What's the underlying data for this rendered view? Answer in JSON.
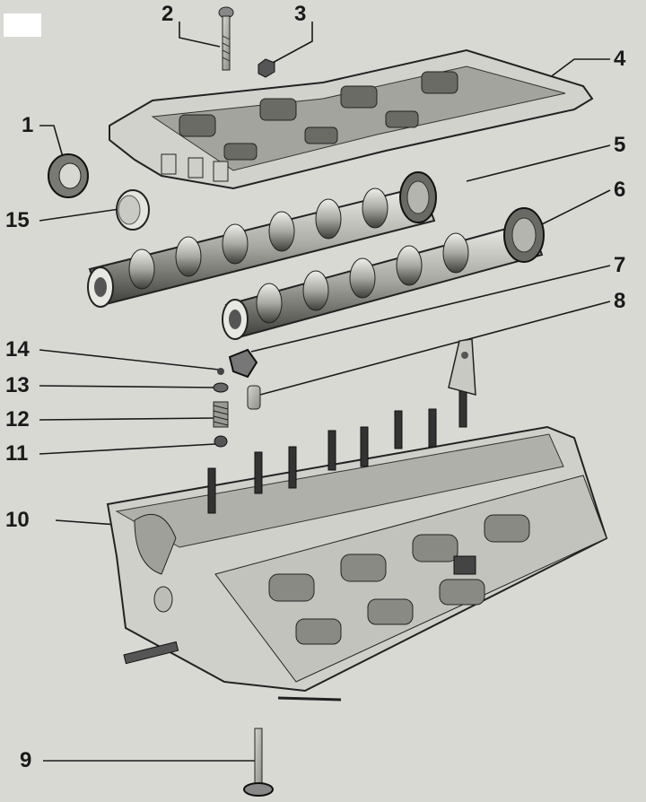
{
  "callouts": [
    {
      "id": "1",
      "label": "1"
    },
    {
      "id": "2",
      "label": "2"
    },
    {
      "id": "3",
      "label": "3"
    },
    {
      "id": "4",
      "label": "4"
    },
    {
      "id": "5",
      "label": "5"
    },
    {
      "id": "6",
      "label": "6"
    },
    {
      "id": "7",
      "label": "7"
    },
    {
      "id": "8",
      "label": "8"
    },
    {
      "id": "9",
      "label": "9"
    },
    {
      "id": "10",
      "label": "10"
    },
    {
      "id": "11",
      "label": "11"
    },
    {
      "id": "12",
      "label": "12"
    },
    {
      "id": "13",
      "label": "13"
    },
    {
      "id": "14",
      "label": "14"
    },
    {
      "id": "15",
      "label": "15"
    }
  ],
  "colors": {
    "paper": "#d9d9d4",
    "ink": "#1a1a1a",
    "metal_light": "#c8c8c2",
    "metal_mid": "#9a9a94",
    "metal_dark": "#4a4a46"
  }
}
